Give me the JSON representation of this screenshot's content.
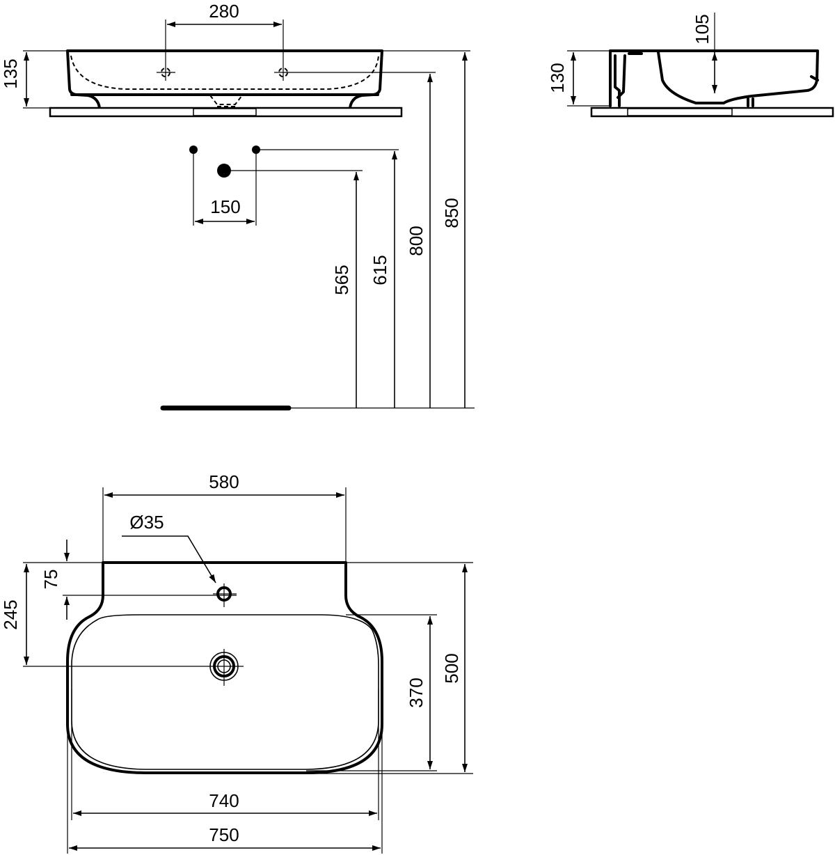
{
  "dimensions": {
    "front_view": {
      "tap_hole_spacing": "280",
      "basin_height": "135",
      "supply_spacing": "150",
      "waste_height": "565",
      "supply_height": "615",
      "tap_hole_height": "800",
      "rim_height": "850"
    },
    "side_view": {
      "basin_height": "130",
      "bowl_depth": "105"
    },
    "plan_view": {
      "back_width": "580",
      "tap_hole_diameter": "Ø35",
      "tap_hole_offset": "75",
      "drain_offset": "245",
      "bowl_depth": "370",
      "total_depth": "500",
      "bowl_width": "740",
      "total_width": "750"
    }
  }
}
